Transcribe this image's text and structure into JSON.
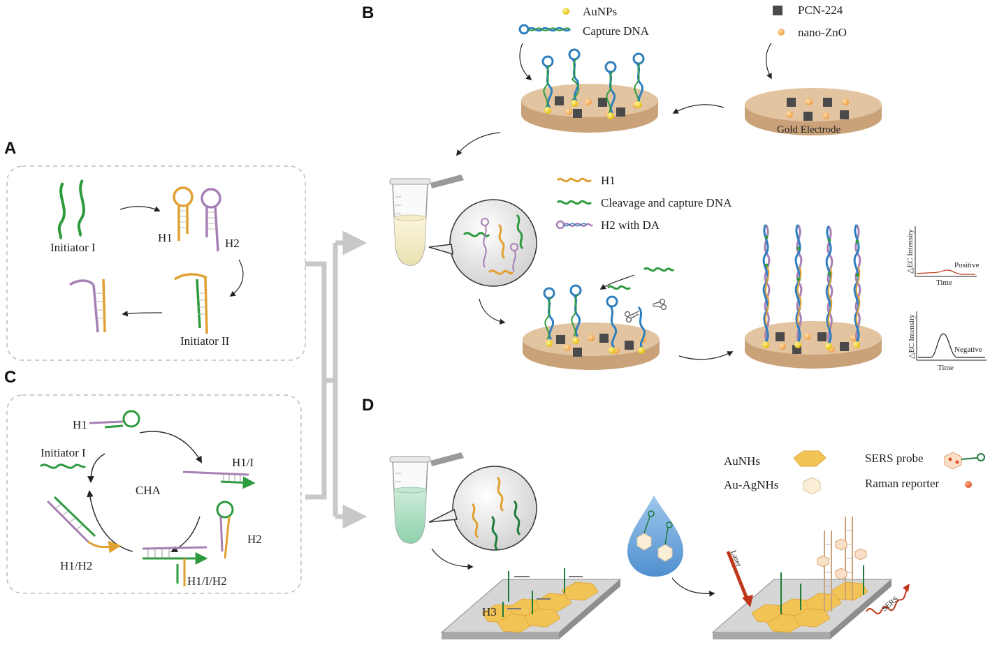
{
  "panels": {
    "a": "A",
    "b": "B",
    "c": "C",
    "d": "D"
  },
  "panel_a": {
    "initiator_1": "Initiator I",
    "h1": "H1",
    "h2": "H2",
    "initiator_2": "Initiator II"
  },
  "panel_b": {
    "legend_top": {
      "aunps": "AuNPs",
      "capture_dna": "Capture DNA",
      "pcn224": "PCN-224",
      "nano_zno": "nano-ZnO"
    },
    "gold_electrode": "Gold Electrode",
    "legend_mid": {
      "h1": "H1",
      "cleavage": "Cleavage and capture DNA",
      "h2_da": "H2 with DA"
    },
    "plot_positive": {
      "ylabel": "△EC Intensity",
      "xlabel": "Time",
      "label": "Positive"
    },
    "plot_negative": {
      "ylabel": "△EC Intensity",
      "xlabel": "Time",
      "label": "Negative"
    }
  },
  "panel_c": {
    "h1": "H1",
    "initiator_1": "Initiator I",
    "h1_i": "H1/I",
    "cha": "CHA",
    "h2": "H2",
    "h1_h2": "H1/H2",
    "h1_i_h2": "H1/I/H2"
  },
  "panel_d": {
    "aunhs": "AuNHs",
    "au_agnhs": "Au-AgNHs",
    "sers_probe": "SERS probe",
    "raman_reporter": "Raman reporter",
    "h3": "H3",
    "laser": "Laser",
    "sers": "SERS"
  },
  "colors": {
    "dna_green": "#2e9a3e",
    "dna_orange": "#e0a030",
    "dna_purple": "#a67fb5",
    "dna_blue": "#2e7fbf",
    "gold": "#f5d020",
    "electrode": "#e2c4a0",
    "electrode_side": "#c9a27a",
    "pcn": "#4a4a4a",
    "zno": "#f0a040",
    "laser": "#c0361a",
    "hex": "#f2c456",
    "drop": "#5b9bd5",
    "connector": "#c8c8c8"
  }
}
